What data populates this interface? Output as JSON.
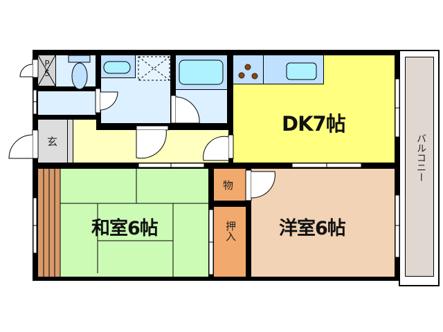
{
  "floor_plan": {
    "rooms": {
      "dk": {
        "label": "DK7帖",
        "color": "#ffff80"
      },
      "washitsu": {
        "label": "和室6帖",
        "color": "#ccfbb6"
      },
      "yoshitsu": {
        "label": "洋室6帖",
        "color": "#f2d3b5"
      },
      "storage": {
        "label": "物",
        "color": "#f2a96d"
      },
      "oshiire": {
        "label": "押入",
        "color": "#f2a96d"
      },
      "genkan": {
        "label": "玄",
        "color": "#dddddd"
      },
      "balcony": {
        "label": "バルコニー",
        "color": "#e0d8d0"
      },
      "ps": {
        "label": "PS",
        "color": "#d4d4d4"
      },
      "hall": {
        "color": "#ffffc0"
      },
      "bathroom": {
        "color": "#dcf0ff"
      },
      "fixture": {
        "color": "#bfe0ff"
      },
      "tub": {
        "color": "#aef2ff"
      },
      "engawa": {
        "color": "#d89a6a"
      }
    },
    "fixtures": [
      "toilet-icon",
      "sink-icon",
      "washing-machine-pan-icon",
      "bathtub-icon",
      "stove-icon",
      "kitchen-sink-icon"
    ]
  }
}
